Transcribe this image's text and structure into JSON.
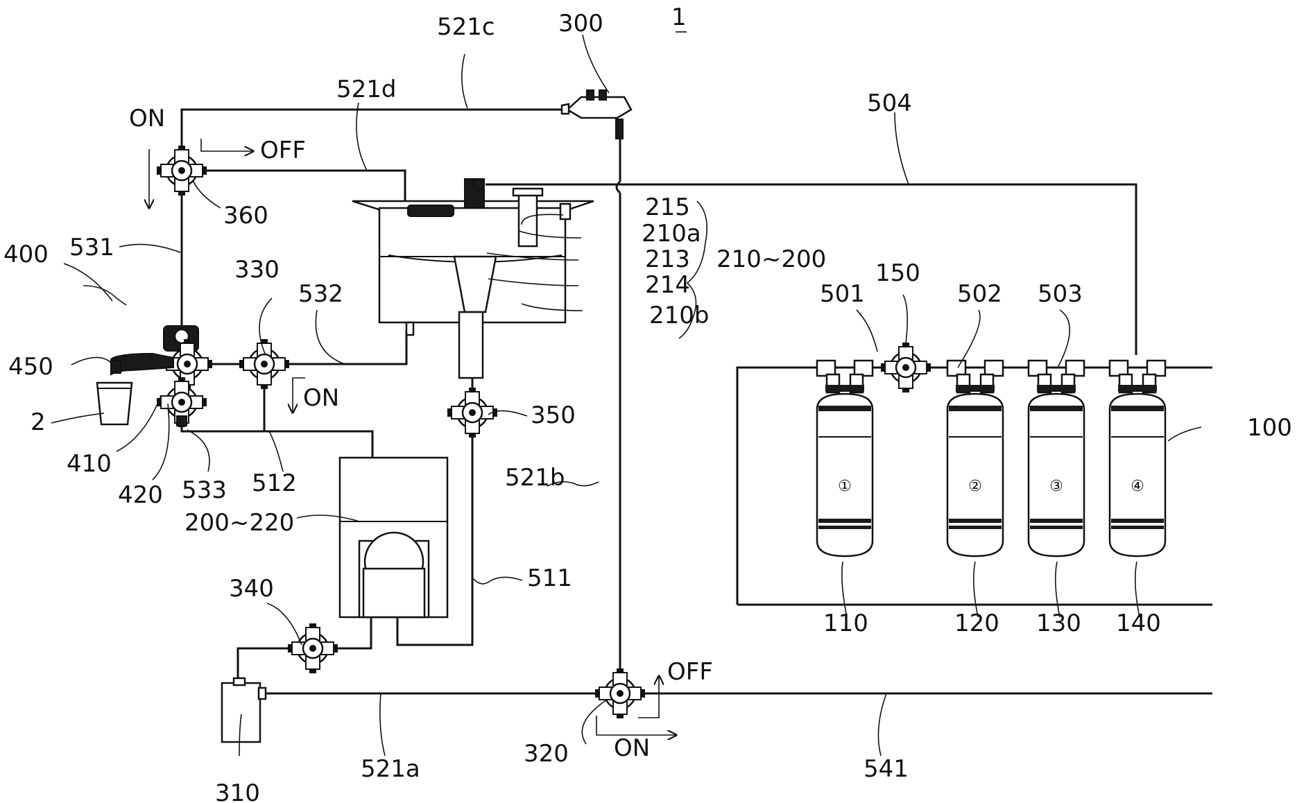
{
  "figure_number": "1",
  "labels": {
    "tank_assembly": "210~200",
    "pump_unit": "200~220",
    "filter_assembly": "100",
    "dispensing_unit": "400",
    "cup": "2",
    "dispenser_valve_410": "410",
    "dispenser_valve_420": "420",
    "faucet_450": "450",
    "pipe_531": "531",
    "pipe_532": "532",
    "pipe_533": "533",
    "pipe_512": "512",
    "pipe_511": "511",
    "pipe_521a": "521a",
    "pipe_521b": "521b",
    "pipe_521c": "521c",
    "pipe_521d": "521d",
    "pipe_541": "541",
    "pipe_501": "501",
    "pipe_502": "502",
    "pipe_503": "503",
    "pipe_504": "504",
    "valve_300": "300",
    "valve_310": "310",
    "valve_320": "320",
    "valve_330": "330",
    "valve_340": "340",
    "valve_350": "350",
    "valve_360": "360",
    "valve_150": "150",
    "part_215": "215",
    "part_210a": "210a",
    "part_213": "213",
    "part_214": "214",
    "part_210b": "210b",
    "filter_110": "110",
    "filter_120": "120",
    "filter_130": "130",
    "filter_140": "140"
  },
  "filter_marks": [
    "①",
    "②",
    "③",
    "④"
  ],
  "states": {
    "on": "ON",
    "off": "OFF"
  }
}
